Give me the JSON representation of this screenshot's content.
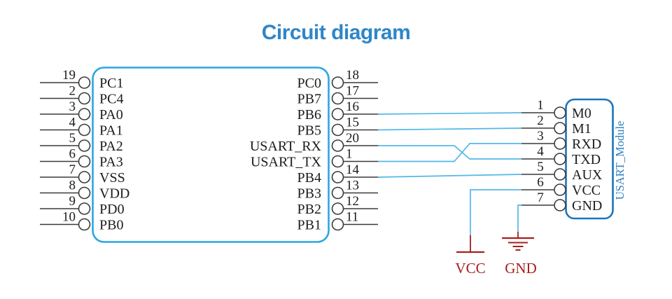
{
  "title": {
    "text": "Circuit diagram"
  },
  "colors": {
    "accent-blue": "#2e86c8",
    "chip-border": "#2ba7e0",
    "module-border": "#1b75bc",
    "module-label-blue": "#2c7fc0",
    "wire-blue": "#54b7e6",
    "lead-dark": "#3a3a3a",
    "text-dark": "#1c1c1c",
    "symbol-red": "#a81e1e"
  },
  "chip": {
    "left_pins": [
      {
        "number": "19",
        "label": "PC1"
      },
      {
        "number": "2",
        "label": "PC4"
      },
      {
        "number": "3",
        "label": "PA0"
      },
      {
        "number": "4",
        "label": "PA1"
      },
      {
        "number": "5",
        "label": "PA2"
      },
      {
        "number": "6",
        "label": "PA3"
      },
      {
        "number": "7",
        "label": "VSS"
      },
      {
        "number": "8",
        "label": "VDD"
      },
      {
        "number": "9",
        "label": "PD0"
      },
      {
        "number": "10",
        "label": "PB0"
      }
    ],
    "right_pins": [
      {
        "number": "18",
        "label": "PC0"
      },
      {
        "number": "17",
        "label": "PB7"
      },
      {
        "number": "16",
        "label": "PB6"
      },
      {
        "number": "15",
        "label": "PB5"
      },
      {
        "number": "20",
        "label": "USART_RX"
      },
      {
        "number": "1",
        "label": "USART_TX"
      },
      {
        "number": "14",
        "label": "PB4"
      },
      {
        "number": "13",
        "label": "PB3"
      },
      {
        "number": "12",
        "label": "PB2"
      },
      {
        "number": "11",
        "label": "PB1"
      }
    ]
  },
  "module": {
    "name": "USART_Module",
    "pins": [
      {
        "number": "1",
        "label": "M0"
      },
      {
        "number": "2",
        "label": "M1"
      },
      {
        "number": "3",
        "label": "RXD"
      },
      {
        "number": "4",
        "label": "TXD"
      },
      {
        "number": "5",
        "label": "AUX"
      },
      {
        "number": "6",
        "label": "VCC"
      },
      {
        "number": "7",
        "label": "GND"
      }
    ]
  },
  "power": {
    "vcc_label": "VCC",
    "gnd_label": "GND"
  }
}
